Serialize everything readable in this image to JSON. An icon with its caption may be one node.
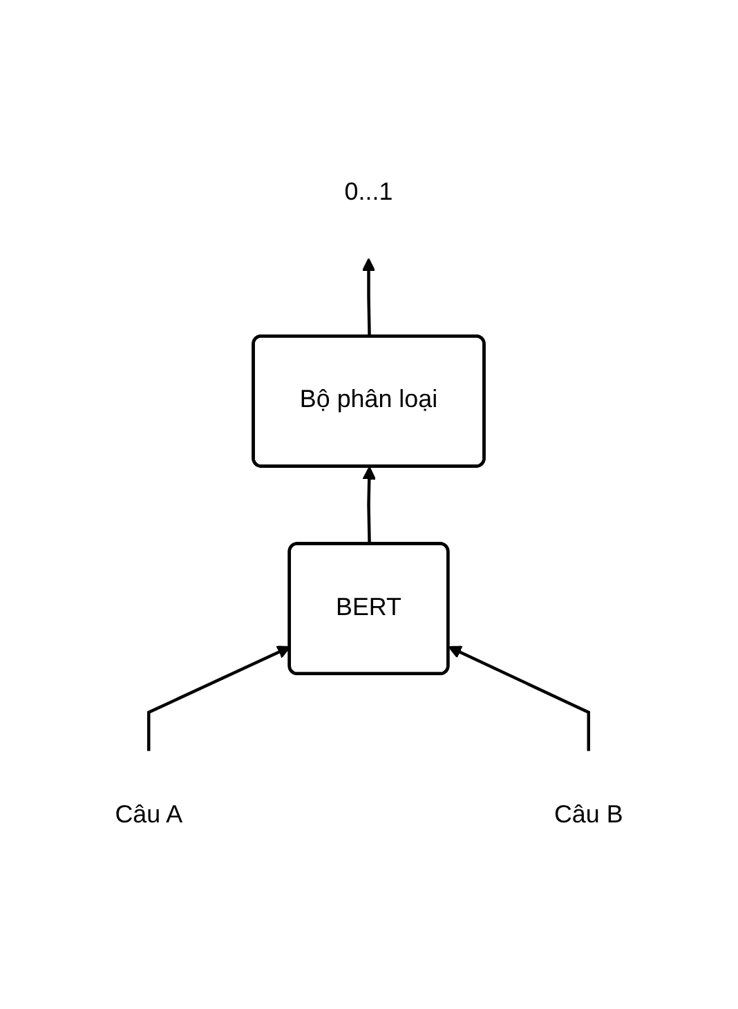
{
  "diagram": {
    "nodes": [
      {
        "text": [
          "0...1"
        ]
      },
      {
        "text": [
          "Bộ phân loại"
        ]
      },
      {
        "text": [
          "BERT"
        ]
      },
      {
        "text": [
          "Câu A"
        ]
      },
      {
        "text": [
          "Câu B"
        ]
      }
    ],
    "edges": [
      {
        "from": 1,
        "to": 0,
        "arrow": "to"
      },
      {
        "from": 2,
        "to": 1,
        "arrow": "to"
      },
      {
        "from": 3,
        "to": 2,
        "arrow": "to"
      },
      {
        "from": 4,
        "to": 2,
        "arrow": "to"
      }
    ]
  }
}
